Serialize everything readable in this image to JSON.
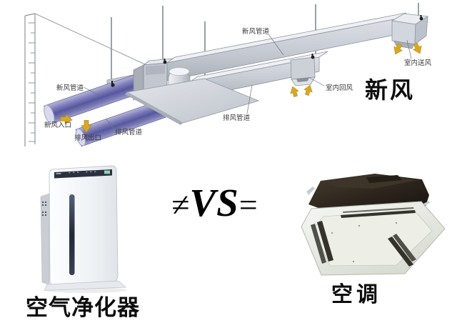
{
  "diagram": {
    "title": "新风",
    "labels": {
      "fresh_duct_left": "新风管道",
      "fresh_inlet": "新风入口",
      "exhaust_outlet": "排风出口",
      "exhaust_duct_left": "排风管道",
      "fresh_duct_top": "新风管道",
      "exhaust_duct_mid": "排风管道",
      "indoor_return": "室内回风",
      "indoor_supply": "室内送风"
    }
  },
  "comparison": {
    "not_equal_sign": "≠",
    "vs_text": "VS",
    "equal_sign": "=",
    "purifier_label": "空气净化器",
    "ac_label": "空调"
  },
  "colors": {
    "arrow_gold": "#d9a81e",
    "pipe_blue": "#57579f",
    "duct_gray": "#c9cdd5",
    "ac_dark_body": "#2b2319",
    "label_text": "#3a3a3a",
    "clamp_dark": "#1f1f1f"
  }
}
